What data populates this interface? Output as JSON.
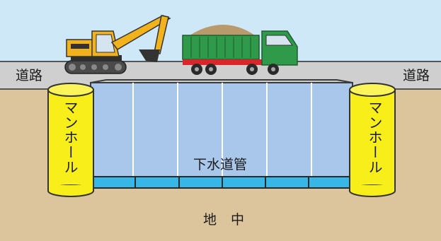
{
  "labels": {
    "road_left": "道路",
    "road_right": "道路",
    "manhole_left": "マンホール",
    "manhole_right": "マンホール",
    "sewer_pipe": "下水道管",
    "underground": "地中"
  },
  "colors": {
    "sky": "#cfe8f7",
    "road": "#cfcfcf",
    "soil": "#dcc49c",
    "pipe": "#a9c7ea",
    "pipe_bottom": "#37b6e8",
    "manhole": "#f7ee1a",
    "excavator": "#f2b21c",
    "truck": "#2e9a4a",
    "dirt_pile": "#b99a6a"
  },
  "icons": [
    "excavator-icon",
    "dump-truck-icon"
  ]
}
